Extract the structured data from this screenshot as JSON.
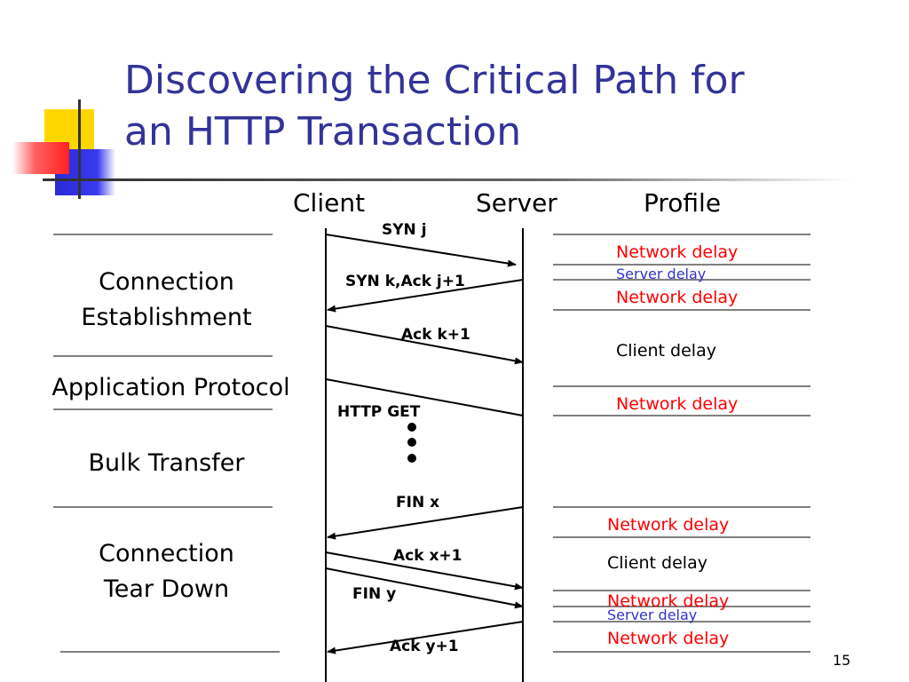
{
  "slide": {
    "title_lines": [
      "Discovering the Critical Path for",
      "an HTTP Transaction"
    ],
    "slide_number": "15"
  },
  "columns": {
    "client": "Client",
    "server": "Server",
    "profile": "Profile"
  },
  "phases": {
    "connection_establishment": [
      "Connection",
      "Establishment"
    ],
    "application_protocol": "Application Protocol",
    "bulk_transfer": "Bulk Transfer",
    "connection_teardown": [
      "Connection",
      "Tear Down"
    ]
  },
  "messages": {
    "syn_j": "SYN j",
    "syn_k_ack": "SYN k,Ack j+1",
    "ack_k1": "Ack k+1",
    "http_get": "HTTP GET",
    "fin_x": "FIN x",
    "ack_x1": "Ack x+1",
    "fin_y": "FIN y",
    "ack_y1": "Ack y+1"
  },
  "profile_labels": {
    "network_delay_1": "Network delay",
    "server_delay_1": "Server delay",
    "network_delay_2": "Network delay",
    "client_delay_1": "Client delay",
    "network_delay_3": "Network delay",
    "network_delay_4": "Network delay",
    "client_delay_2": "Client delay",
    "network_delay_5": "Network delay",
    "server_delay_2": "Server delay",
    "network_delay_6": "Network delay"
  },
  "colors": {
    "title": "#333399",
    "network_delay": "#ff0000",
    "server_delay": "#3333cc",
    "client_delay": "#000000"
  }
}
